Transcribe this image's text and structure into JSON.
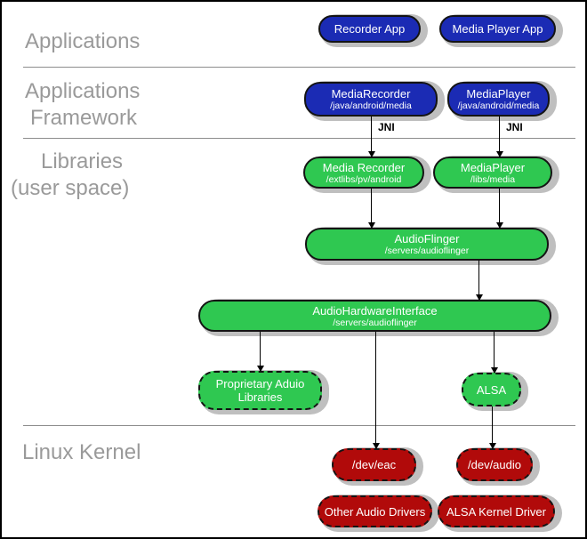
{
  "colors": {
    "app_blue": "#1b2bb4",
    "lib_green": "#2fc851",
    "kernel_red": "#b10a0a",
    "shadow": "#bfbfbf",
    "label_gray": "#9a9a9a",
    "divider_gray": "#8c8c8c"
  },
  "sections": {
    "applications": "Applications",
    "framework_line1": "Applications",
    "framework_line2": "Framework",
    "libraries_line1": "Libraries",
    "libraries_line2": "(user space)",
    "kernel": "Linux Kernel"
  },
  "edges": {
    "jni_label": "JNI"
  },
  "nodes": {
    "recorder_app": {
      "title": "Recorder App"
    },
    "media_player_app": {
      "title": "Media Player App"
    },
    "media_recorder_framework": {
      "title": "MediaRecorder",
      "subtitle": "/java/android/media"
    },
    "media_player_framework": {
      "title": "MediaPlayer",
      "subtitle": "/java/android/media"
    },
    "media_recorder_lib": {
      "title": "Media Recorder",
      "subtitle": "/extlibs/pv/android"
    },
    "media_player_lib": {
      "title": "MediaPlayer",
      "subtitle": "/libs/media"
    },
    "audioflinger": {
      "title": "AudioFlinger",
      "subtitle": "/servers/audioflinger"
    },
    "audio_hardware_interface": {
      "title": "AudioHardwareInterface",
      "subtitle": "/servers/audioflinger"
    },
    "proprietary_audio_libraries": {
      "title": "Proprietary Aduio Libraries"
    },
    "alsa": {
      "title": "ALSA"
    },
    "dev_eac": {
      "title": "/dev/eac"
    },
    "dev_audio": {
      "title": "/dev/audio"
    },
    "other_audio_drivers": {
      "title": "Other Audio Drivers"
    },
    "alsa_kernel_driver": {
      "title": "ALSA Kernel Driver"
    }
  }
}
